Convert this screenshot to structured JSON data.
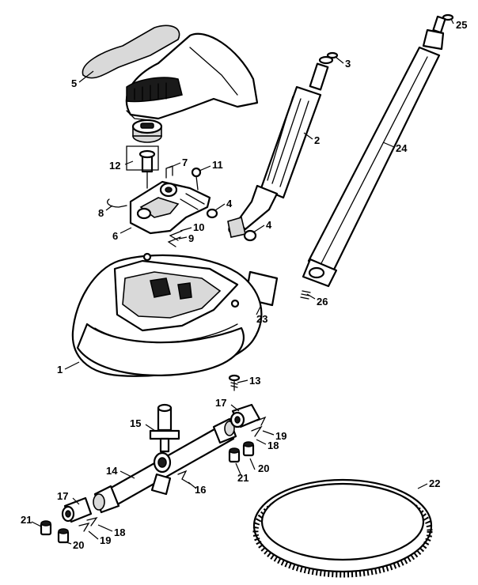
{
  "labels": {
    "l1": "1",
    "l2": "2",
    "l3": "3",
    "l4a": "4",
    "l4b": "4",
    "l5": "5",
    "l6": "6",
    "l7": "7",
    "l8": "8",
    "l9": "9",
    "l10": "10",
    "l11": "11",
    "l12": "12",
    "l13": "13",
    "l14": "14",
    "l15": "15",
    "l16": "16",
    "l17a": "17",
    "l17b": "17",
    "l18a": "18",
    "l18b": "18",
    "l19a": "19",
    "l19b": "19",
    "l20a": "20",
    "l20b": "20",
    "l21a": "21",
    "l21b": "21",
    "l22": "22",
    "l23": "23",
    "l24": "24",
    "l25": "25",
    "l26": "26"
  }
}
